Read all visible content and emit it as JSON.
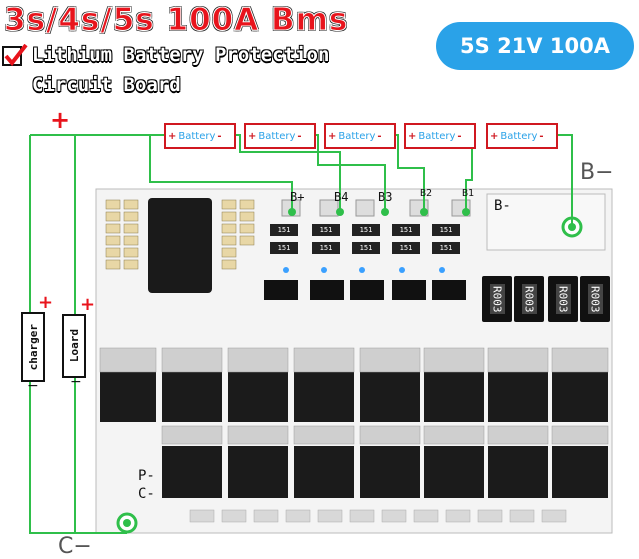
{
  "header": {
    "title": "3s/4s/5s 100A Bms",
    "subtitle_line1": "Lithium Battery Protection",
    "subtitle_line2": "Circuit Board",
    "spec_badge": "5S 21V 100A"
  },
  "wiring": {
    "plus_top": "+",
    "b_minus": "B−",
    "c_minus": "C−",
    "charger_plus": "+",
    "charger_minus": "−",
    "load_plus": "+",
    "load_minus": "−",
    "charger_label": "charger",
    "load_label": "Loard",
    "battery_plus": "+",
    "battery_minus": "-",
    "battery_cells": [
      "Battery",
      "Battery",
      "Battery",
      "Battery",
      "Battery"
    ]
  },
  "board": {
    "pins": [
      "B+",
      "B4",
      "B3",
      "B2",
      "B1"
    ],
    "b_minus_silk": "B-",
    "p_minus_silk": "P-",
    "c_minus_silk": "C-",
    "cap_code": "151",
    "resistor_code": "R003"
  },
  "colors": {
    "title": "#e8141c",
    "badge": "#2aa2e8",
    "wire": "#2fbf4a",
    "battery_border": "#d01820"
  }
}
